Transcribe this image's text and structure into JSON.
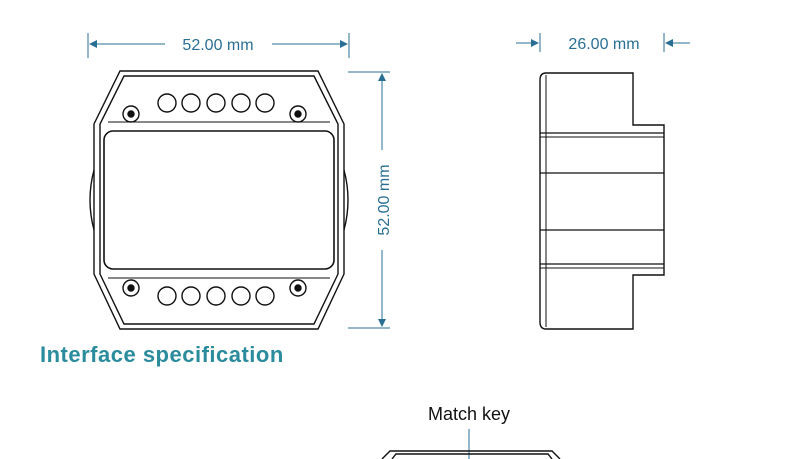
{
  "dimensions": {
    "front_width": "52.00 mm",
    "front_height": "52.00 mm",
    "side_depth": "26.00 mm"
  },
  "section_heading": "Interface specification",
  "connector_label": "Match key",
  "colors": {
    "dimension": "#2a6f93",
    "heading": "#2a8c9c",
    "outline": "#111111"
  }
}
